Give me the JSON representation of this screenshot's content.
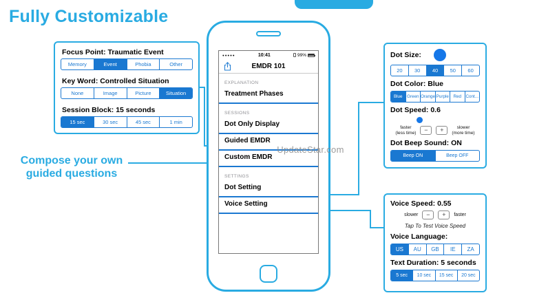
{
  "title": "Fully Customizable",
  "caption": {
    "line1": "Compose your own",
    "line2": "guided questions"
  },
  "watermark": "UpdateStar.com",
  "colors": {
    "cyan": "#29ABE2",
    "blue": "#1A78D1",
    "gray": "#8e8e93"
  },
  "phone": {
    "status": {
      "signal": "●●●●●",
      "time": "10:41",
      "battery": "99%"
    },
    "title": "EMDR 101",
    "sections": [
      {
        "label": "EXPLANATION",
        "items": [
          "Treatment Phases"
        ]
      },
      {
        "label": "SESSIONS",
        "items": [
          "Dot Only Display",
          "Guided EMDR",
          "Custom EMDR"
        ]
      },
      {
        "label": "SETTINGS",
        "items": [
          "Dot Setting",
          "Voice Setting"
        ]
      }
    ]
  },
  "focus_panel": {
    "groups": [
      {
        "heading": "Focus Point: Traumatic Event",
        "options": [
          "Memory",
          "Event",
          "Phobia",
          "Other"
        ],
        "selected": 1
      },
      {
        "heading": "Key Word: Controlled Situation",
        "options": [
          "None",
          "Image",
          "Picture",
          "Situation"
        ],
        "selected": 3
      },
      {
        "heading": "Session Block: 15 seconds",
        "options": [
          "15 sec",
          "30 sec",
          "45 sec",
          "1 min"
        ],
        "selected": 0
      }
    ]
  },
  "dot_panel": {
    "size_heading": "Dot Size:",
    "size_options": [
      "20",
      "30",
      "40",
      "50",
      "60"
    ],
    "size_selected": 2,
    "color_heading": "Dot Color: Blue",
    "color_options": [
      "Blue",
      "Green",
      "Orange",
      "Purple",
      "Red",
      "Cont..."
    ],
    "color_selected": 0,
    "speed_heading": "Dot Speed: 0.6",
    "speed_faster": "faster",
    "speed_faster_sub": "(less time)",
    "minus": "−",
    "plus": "+",
    "speed_slower": "slower",
    "speed_slower_sub": "(more time)",
    "beep_heading": "Dot Beep Sound: ON",
    "beep_options": [
      "Beep ON",
      "Beep OFF"
    ],
    "beep_selected": 0
  },
  "voice_panel": {
    "speed_heading": "Voice Speed: 0.55",
    "slower": "slower",
    "minus": "−",
    "plus": "+",
    "faster": "faster",
    "test_hint": "Tap To Test Voice Speed",
    "language_heading": "Voice Language:",
    "language_options": [
      "US",
      "AU",
      "GB",
      "IE",
      "ZA"
    ],
    "language_selected": 0,
    "duration_heading": "Text Duration: 5 seconds",
    "duration_options": [
      "5 sec",
      "10 sec",
      "15 sec",
      "20 sec"
    ],
    "duration_selected": 0
  }
}
